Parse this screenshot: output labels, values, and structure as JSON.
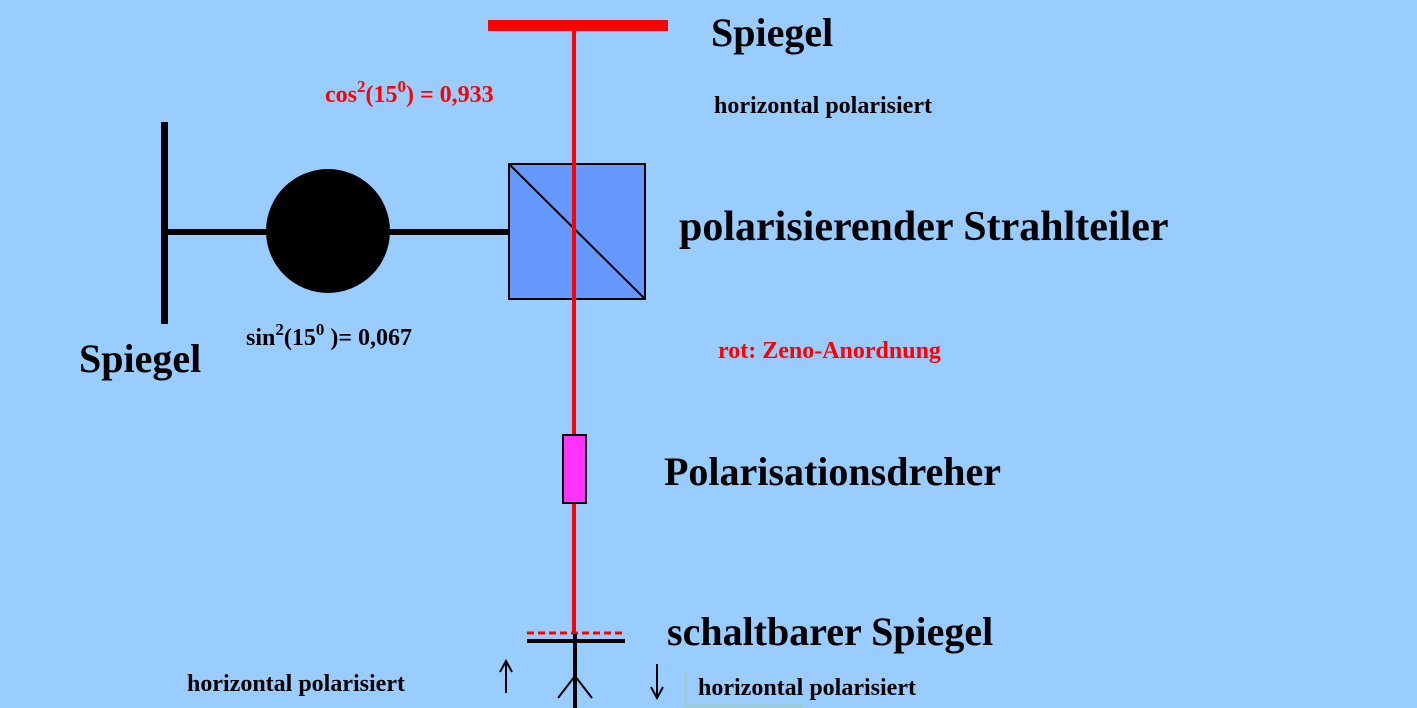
{
  "labels": {
    "top_mirror": "Spiegel",
    "top_polarization": "horizontal polarisiert",
    "beam_splitter": "polarisierender Strahlteiler",
    "left_mirror": "Spiegel",
    "legend_red": "rot: Zeno-Anordnung",
    "rotator": "Polarisationsdreher",
    "switchable_mirror": "schaltbarer Spiegel",
    "bottom_left_polarization": "horizontal polarisiert",
    "bottom_right_polarization": "horizontal polarisiert"
  },
  "formulas": {
    "cos": {
      "fn": "cos",
      "exp": "2",
      "open": "(15",
      "deg": "0",
      "rest": ") = 0,933"
    },
    "sin": {
      "fn": "sin",
      "exp": "2",
      "open": "(15",
      "deg": "0",
      "rest": " )= 0,067"
    }
  },
  "colors": {
    "background": "#99ccff",
    "beam": "#ff0000",
    "cube": "#6699ff",
    "rotator": "#ff33ff"
  }
}
